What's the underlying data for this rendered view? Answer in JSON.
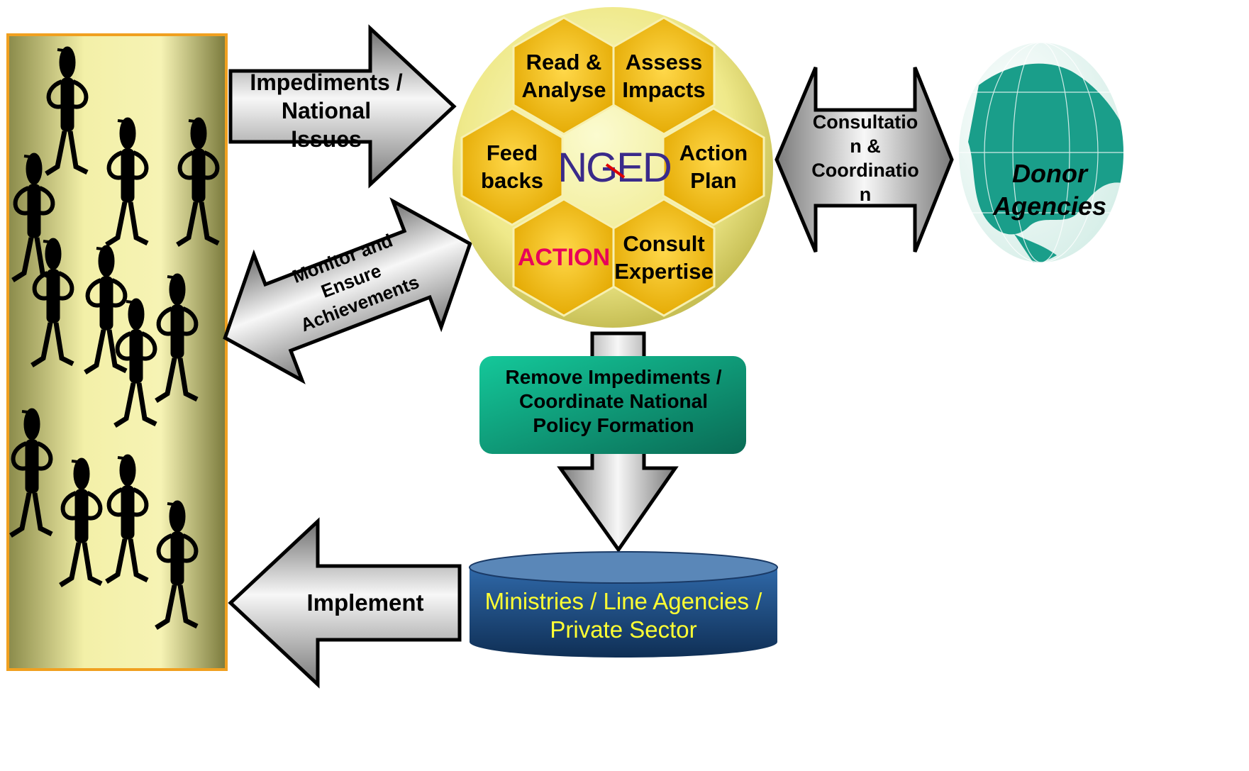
{
  "diagram": {
    "people": {
      "label": ""
    },
    "arrows": {
      "impediments": "Impediments /\nNational\nIssues",
      "monitor": "Monitor and\nEnsure\nAchievements",
      "consultation": "Consultatio\nn &\nCoordinatio\nn",
      "implement": "Implement"
    },
    "hub": {
      "logo": "NGED",
      "hexagons": [
        {
          "label": "Read &\nAnalyse"
        },
        {
          "label": "Assess\nImpacts"
        },
        {
          "label": "Feed\nbacks"
        },
        {
          "label": "Action\nPlan"
        },
        {
          "label": "ACTION"
        },
        {
          "label": "Consult\nExpertise"
        }
      ]
    },
    "policy_box": "Remove Impediments /\nCoordinate National\nPolicy Formation",
    "ministries": "Ministries / Line Agencies /\nPrivate Sector",
    "donor": "Donor\nAgencies"
  },
  "colors": {
    "hexagon_fill": "#f5c400",
    "action_text": "#e8005a",
    "policy_box": "#0fb98a",
    "ministries_fill": "#1e4a7a",
    "ministries_text": "#ffff33",
    "globe": "#1a9e8a",
    "logo": "#3a2a8a"
  }
}
